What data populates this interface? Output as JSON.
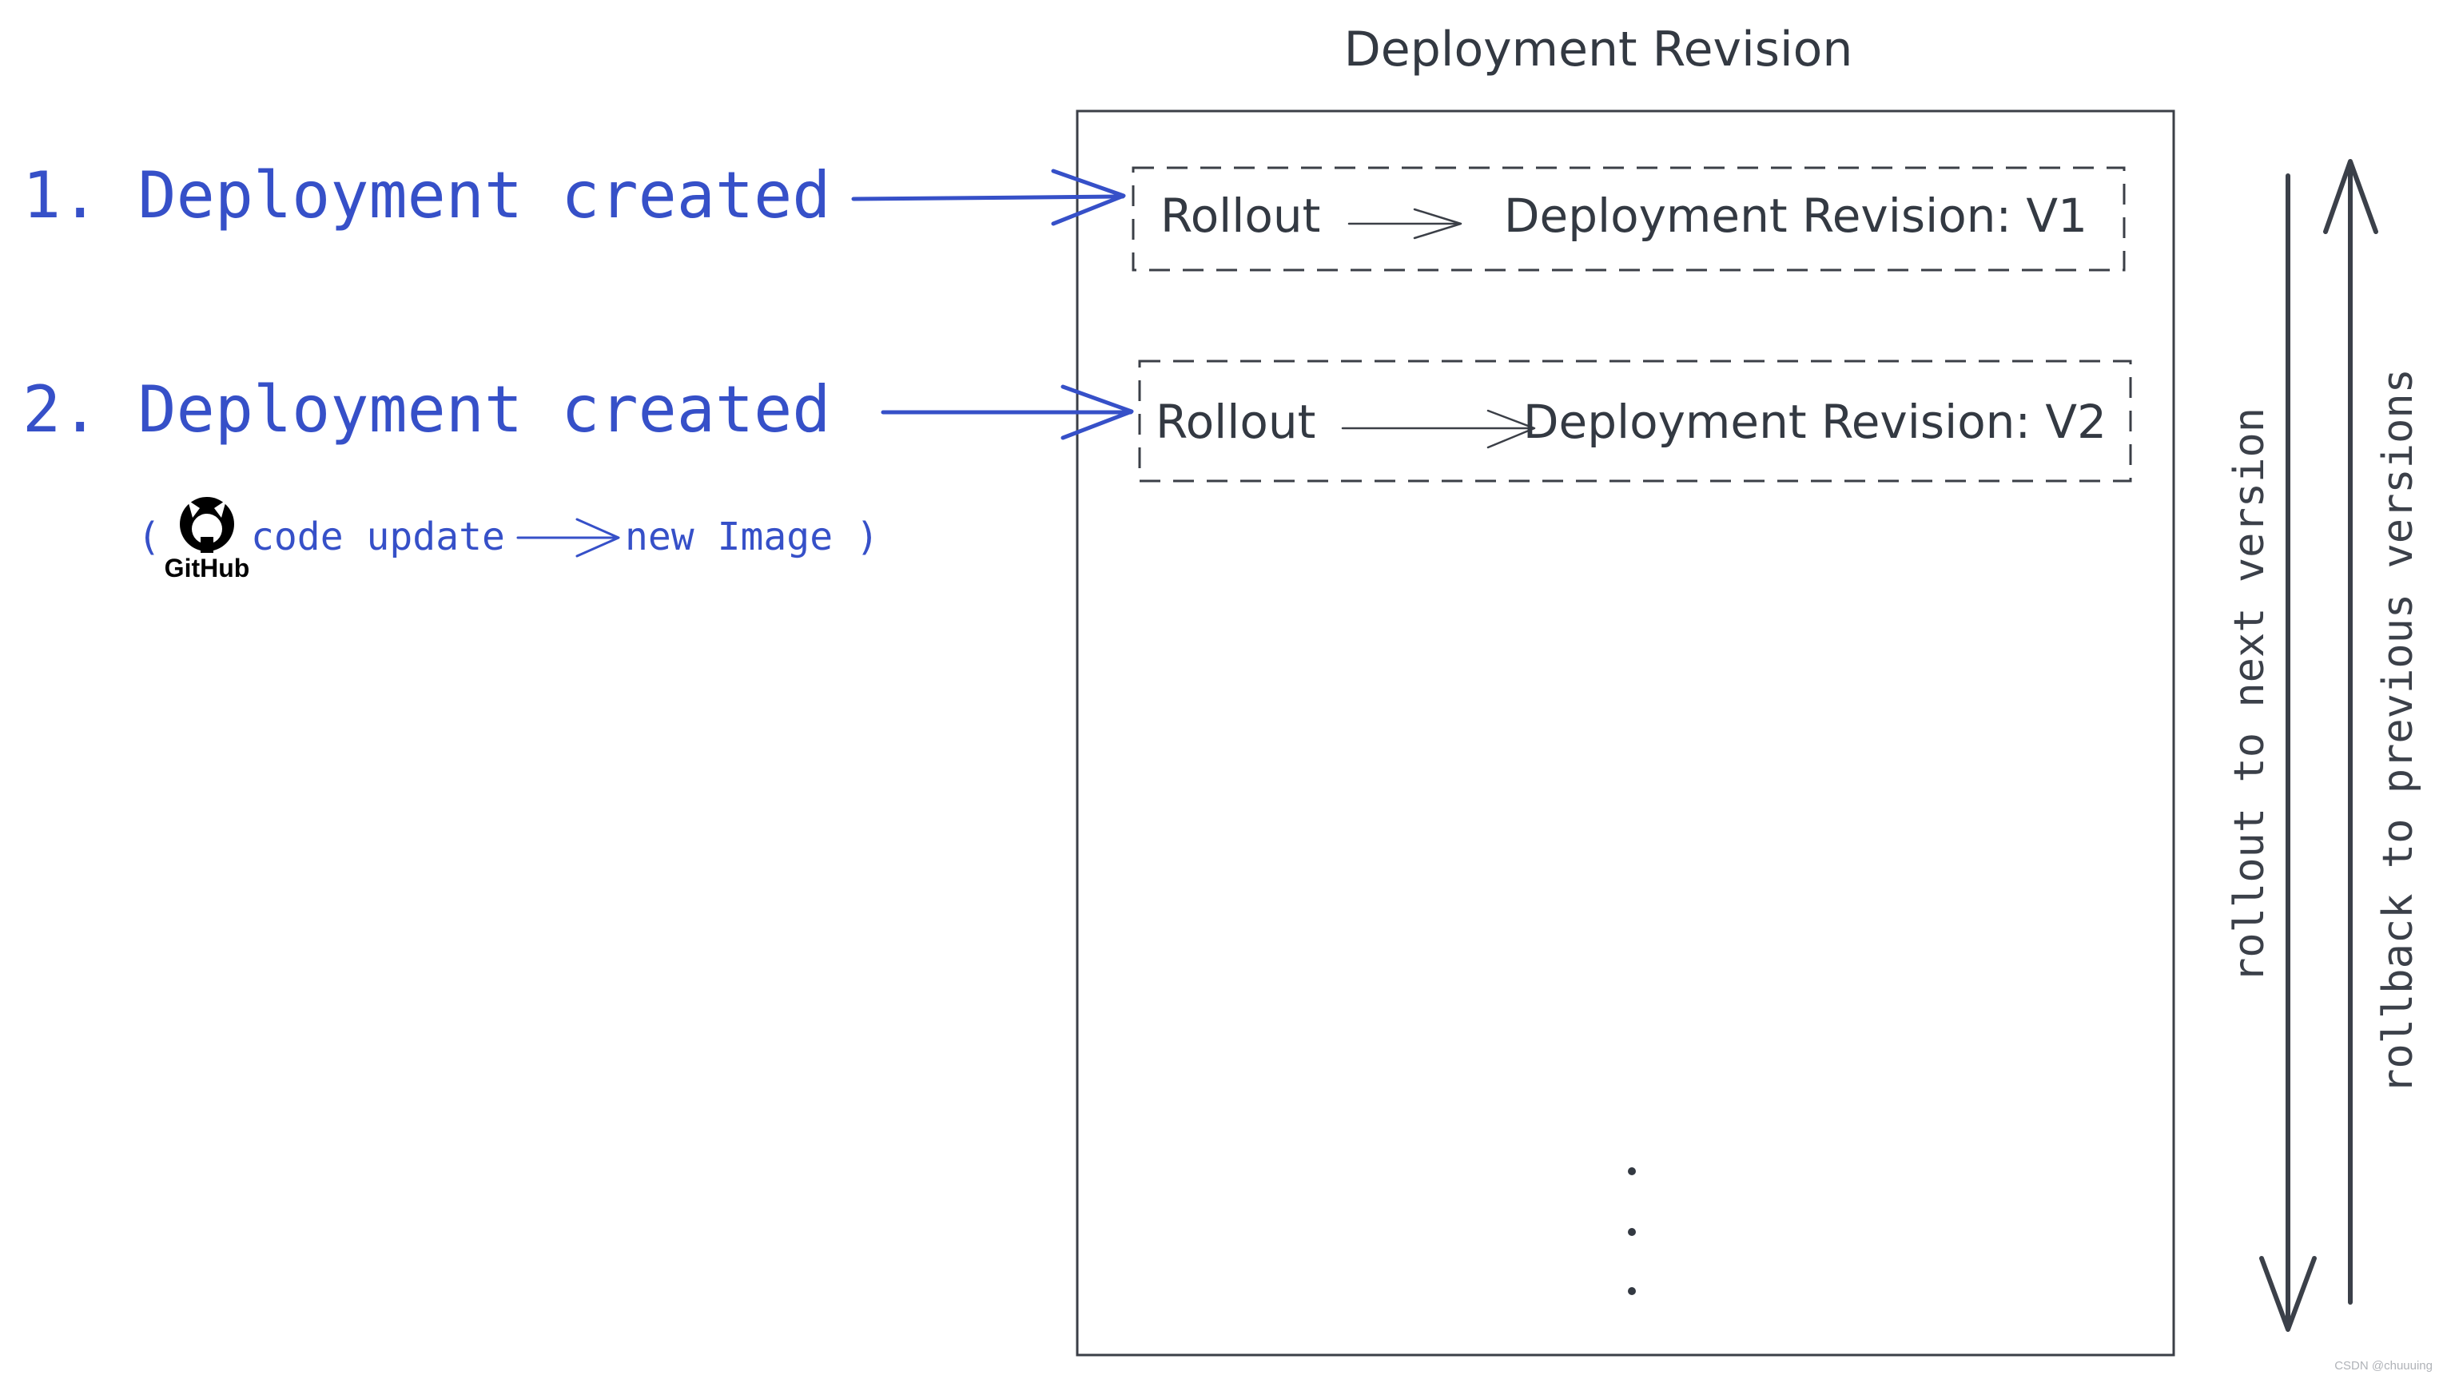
{
  "diagram": {
    "title": "Deployment Revision",
    "steps": [
      {
        "label": "1. Deployment created"
      },
      {
        "label": "2. Deployment created"
      }
    ],
    "note": {
      "open_paren": "(",
      "logo_text": "GitHub",
      "code_update": "code update",
      "new_image": "new Image )"
    },
    "revisions": [
      {
        "rollout": "Rollout",
        "revision": "Deployment Revision: V1"
      },
      {
        "rollout": "Rollout",
        "revision": "Deployment Revision: V2"
      }
    ],
    "side_labels": {
      "rollout": "rollout to next version",
      "rollback": "rollback to previous versions"
    },
    "watermark": "CSDN @chuuuing",
    "colors": {
      "step_text": "#3650c8",
      "diagram_ink": "#333942",
      "background": "#ffffff"
    },
    "icons": {
      "logo": "github-logo-icon"
    }
  }
}
